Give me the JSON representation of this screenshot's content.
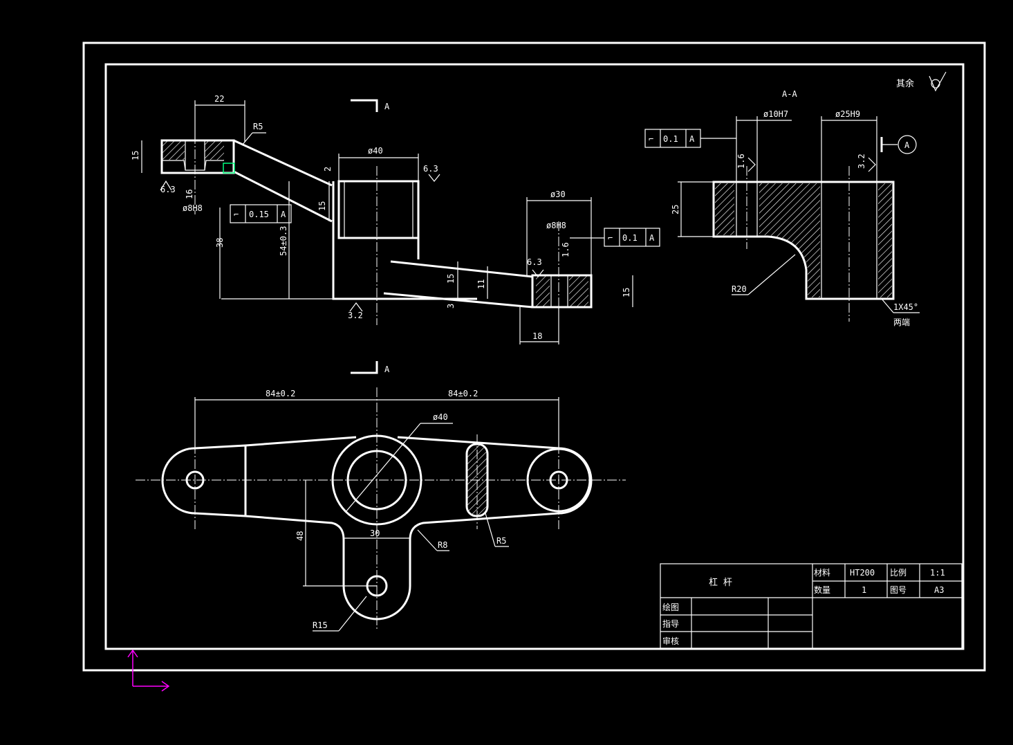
{
  "surface_note": {
    "roughness_rest_label": "其余"
  },
  "section": {
    "marker_letter_top": "A",
    "marker_letter_bottom": "A",
    "view_title": "A-A"
  },
  "front_view": {
    "dims": {
      "d22": "22",
      "r5": "R5",
      "d15_left": "15",
      "r6_3_a": "6.3",
      "dia8": "ø8H8",
      "d16": "16",
      "d38": "38",
      "ptol_val": "0.15",
      "ptol_datum": "A",
      "ptol_sym": "⌐",
      "d54": "54±0.3",
      "dia40": "ø40",
      "r6_3_b": "6.3",
      "d15_mid": "15",
      "d2": "2",
      "r3_2": "3.2",
      "d15_b": "15",
      "d11": "11",
      "d3": "3",
      "dia30": "ø30",
      "dia8b": "ø8H8",
      "r6_3_c": "6.3",
      "d1_6": "1.6",
      "ptol2_val": "0.1",
      "ptol2_datum": "A",
      "ptol2_sym": "⌐",
      "d15_right": "15",
      "d18": "18"
    }
  },
  "section_view": {
    "dims": {
      "dia10": "ø10H7",
      "dia25": "ø25H9",
      "ptol_val": "0.1",
      "ptol_datum": "A",
      "ptol_sym": "⌐",
      "r1_6": "1.6",
      "r3_2": "3.2",
      "datum_letter": "A",
      "d25": "25",
      "r20": "R20",
      "chamfer": "1X45°",
      "chamfer_note": "两端"
    }
  },
  "top_view": {
    "dims": {
      "d84_left": "84±0.2",
      "d84_right": "84±0.2",
      "dia40": "ø40",
      "d48": "48",
      "d30": "30",
      "r8": "R8",
      "r5": "R5",
      "r15": "R15"
    }
  },
  "title_block": {
    "part_name": "杠  杆",
    "material_label": "材料",
    "material_value": "HT200",
    "scale_label": "比例",
    "scale_value": "1:1",
    "qty_label": "数量",
    "qty_value": "1",
    "drawing_no_label": "图号",
    "drawing_no_value": "A3",
    "drawn_label": "绘图",
    "guide_label": "指导",
    "review_label": "审核"
  }
}
